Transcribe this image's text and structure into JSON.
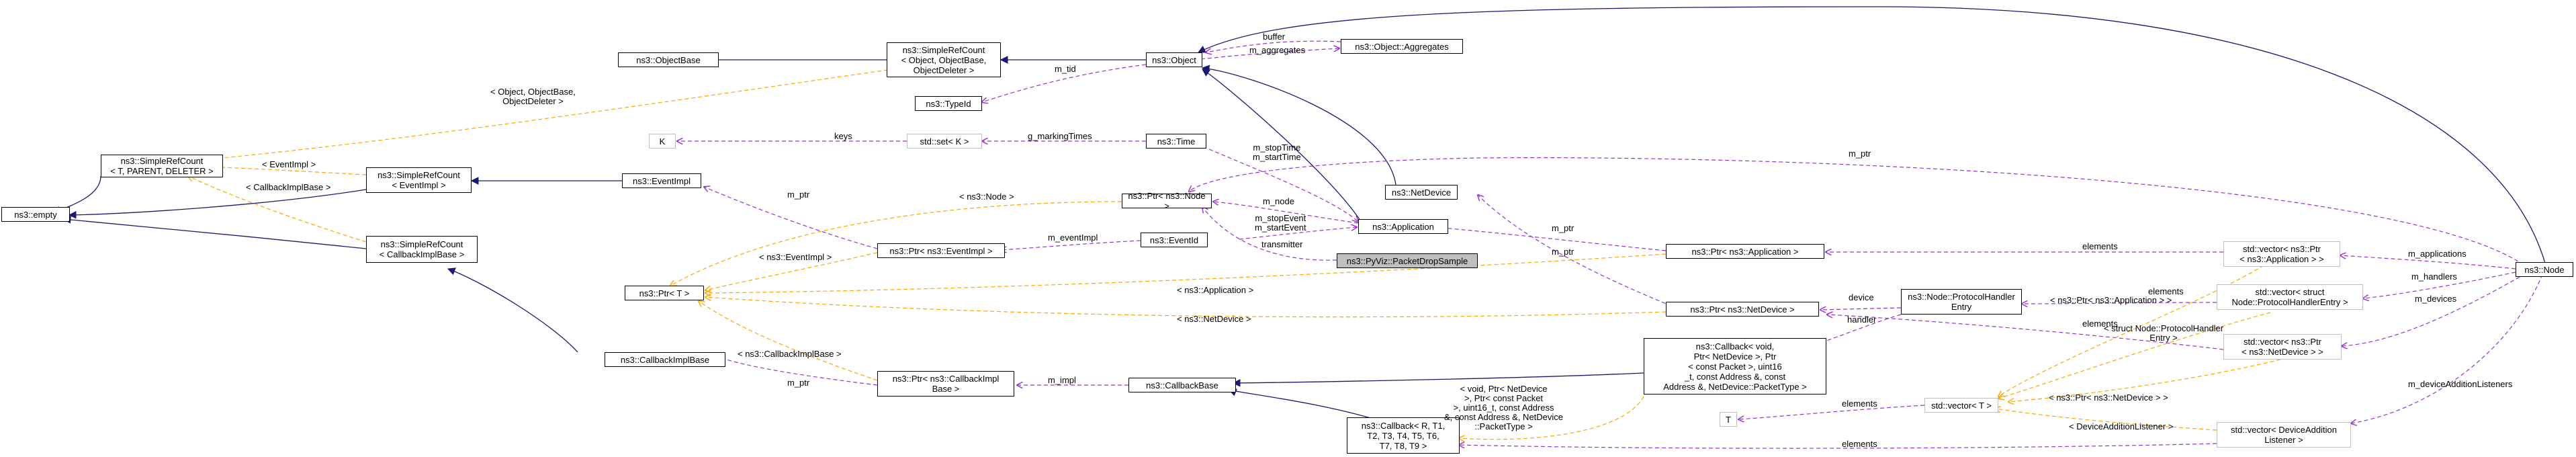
{
  "nodes": {
    "ns3_empty": "ns3::empty",
    "simple_refcount_t": "ns3::SimpleRefCount\n< T, PARENT, DELETER >",
    "object_base": "ns3::ObjectBase",
    "simple_refcount_object": "ns3::SimpleRefCount\n< Object, ObjectBase,\nObjectDeleter >",
    "ns3_object": "ns3::Object",
    "object_aggregates": "ns3::Object::Aggregates",
    "type_id": "ns3::TypeId",
    "k": "K",
    "std_set": "std::set< K >",
    "ns3_time": "ns3::Time",
    "simple_refcount_eventimpl": "ns3::SimpleRefCount\n< EventImpl >",
    "event_impl": "ns3::EventImpl",
    "net_device": "ns3::NetDevice",
    "ptr_node": "ns3::Ptr< ns3::Node >",
    "application": "ns3::Application",
    "simple_refcount_callbackimplbase": "ns3::SimpleRefCount\n< CallbackImplBase >",
    "ptr_eventimpl": "ns3::Ptr< ns3::EventImpl >",
    "event_id": "ns3::EventId",
    "packet_drop_sample": "ns3::PyViz::PacketDropSample",
    "ptr_application": "ns3::Ptr< ns3::Application >",
    "ptr_t": "ns3::Ptr< T >",
    "ptr_netdevice": "ns3::Ptr< ns3::NetDevice >",
    "protocol_handler_entry": "ns3::Node::ProtocolHandler\nEntry",
    "vector_ptr_application": "std::vector< ns3::Ptr\n< ns3::Application > >",
    "vector_protocol_handler": "std::vector< struct\nNode::ProtocolHandlerEntry >",
    "vector_ptr_netdevice": "std::vector< ns3::Ptr\n< ns3::NetDevice > >",
    "ns3_node": "ns3::Node",
    "callback_impl_base": "ns3::CallbackImplBase",
    "ptr_callbackimplbase": "ns3::Ptr< ns3::CallbackImpl\nBase >",
    "callback_base": "ns3::CallbackBase",
    "callback_void": "ns3::Callback< void,\n Ptr< NetDevice >, Ptr\n< const Packet >, uint16\n_t, const Address &, const\n Address &, NetDevice::PacketType >",
    "std_vector_t": "std::vector< T >",
    "t": "T",
    "callback_r": "ns3::Callback< R, T1,\n T2, T3, T4, T5, T6,\n T7, T8, T9 >",
    "vector_device_addition": "std::vector< DeviceAddition\nListener >"
  },
  "edge_labels": {
    "buffer": "buffer",
    "m_aggregates": "m_aggregates",
    "m_tid": "m_tid",
    "tpl_object": "< Object, ObjectBase,\nObjectDeleter >",
    "keys": "keys",
    "g_marking_times": "g_markingTimes",
    "tpl_eventimpl": "< EventImpl >",
    "tpl_callbackimplbase": "< CallbackImplBase >",
    "m_ptr_top": "m_ptr",
    "m_ptr_event": "m_ptr",
    "tpl_node": "< ns3::Node >",
    "m_stop_start_time": "m_stopTime\nm_startTime",
    "m_node": "m_node",
    "m_stop_start_event": "m_stopEvent\nm_startEvent",
    "transmitter": "transmitter",
    "m_event_impl": "m_eventImpl",
    "tpl_eventimpl_ptr": "< ns3::EventImpl >",
    "m_ptr_app": "m_ptr",
    "m_ptr_netdev": "m_ptr",
    "elements_app": "elements",
    "m_applications": "m_applications",
    "tpl_application": "< ns3::Application >",
    "device": "device",
    "handler": "handler",
    "elements_handler": "elements",
    "m_handlers": "m_handlers",
    "tpl_netdevice": "< ns3::NetDevice >",
    "elements_netdev": "elements",
    "m_devices": "m_devices",
    "tpl_ptr_application": "< ns3::Ptr< ns3::Application > >",
    "tpl_struct_handler": "< struct Node::ProtocolHandler\nEntry >",
    "tpl_callbackimplbase_ptr": "< ns3::CallbackImplBase >",
    "m_ptr_cb": "m_ptr",
    "m_impl": "m_impl",
    "elements_t": "elements",
    "tpl_ptr_netdevice": "< ns3::Ptr< ns3::NetDevice > >",
    "tpl_void_callback": "< void, Ptr< NetDevice\n>, Ptr< const Packet\n>, uint16_t, const Address\n&, const Address &, NetDevice\n::PacketType >",
    "tpl_device_listener": "< DeviceAdditionListener >",
    "elements_listener": "elements",
    "m_device_listeners": "m_deviceAdditionListeners"
  },
  "colors": {
    "inheritance": "#191970",
    "member": "#9a32cd",
    "template": "#ffa500",
    "focus_fill": "#bfbfbf",
    "external_border": "#bfbfbf"
  }
}
